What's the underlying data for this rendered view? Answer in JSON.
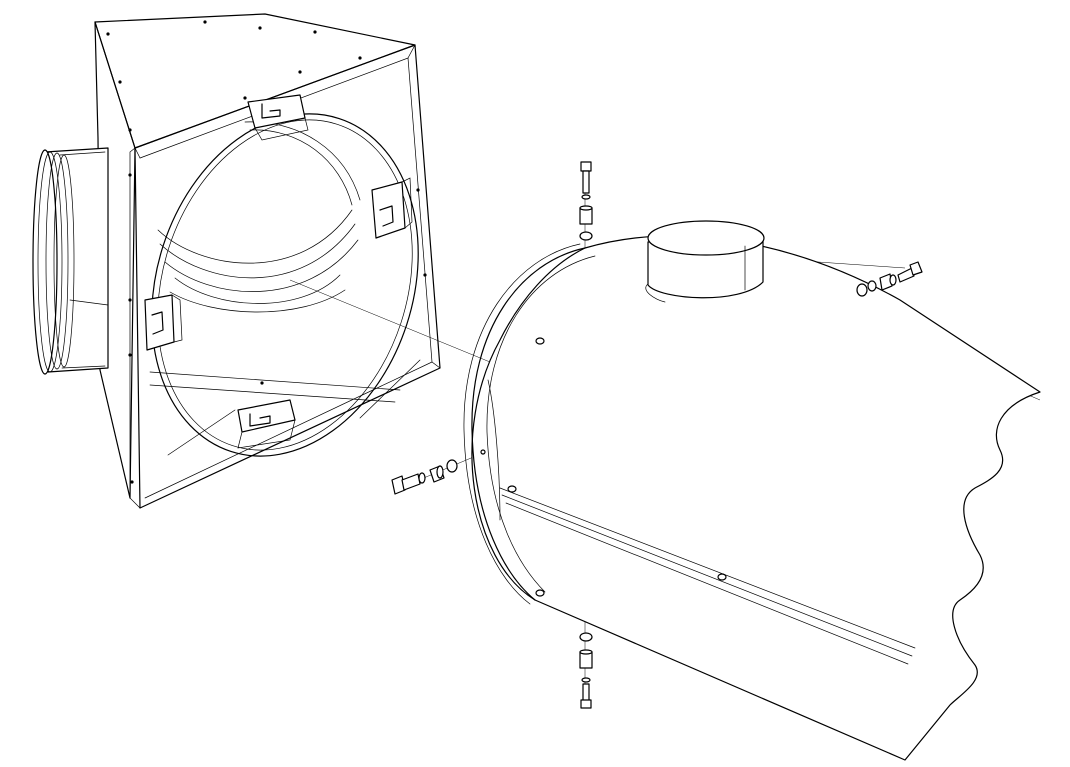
{
  "figure": {
    "title": "",
    "line_color": "#000000",
    "background_color": "#ffffff"
  },
  "parts": [
    {
      "name": "adapter-plenum-box"
    },
    {
      "name": "inlet-collar"
    },
    {
      "name": "fan-housing-cylinder"
    },
    {
      "name": "outlet-collar"
    },
    {
      "name": "mounting-bracket"
    },
    {
      "name": "bolt-assembly"
    }
  ]
}
